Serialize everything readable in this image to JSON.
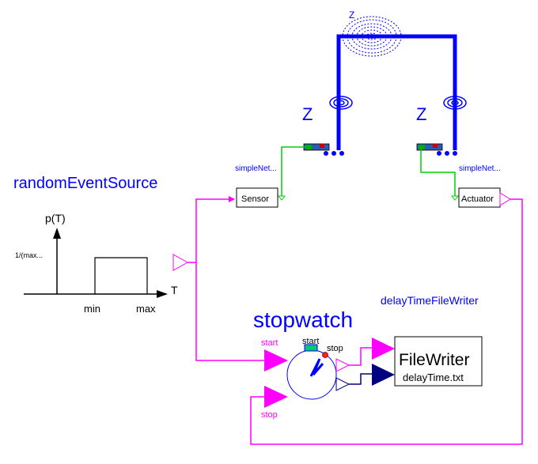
{
  "colors": {
    "blue": "#0000ff",
    "magenta": "#ff00ff",
    "green": "#00d000",
    "navy": "#000080",
    "black": "#000000"
  },
  "labels": {
    "random_source": "randomEventSource",
    "stopwatch": "stopwatch",
    "delay_writer": "delayTimeFileWriter",
    "channel_top": "Z",
    "channel_left": "Z",
    "channel_right": "Z",
    "net_left": "simpleNet...",
    "net_right": "simpleNet..."
  },
  "sensor": {
    "label": "Sensor"
  },
  "actuator": {
    "label": "Actuator"
  },
  "distribution_icon": {
    "ylabel": "p(T)",
    "xlabel": "T",
    "ytick": "1/(max...",
    "xtick_min": "min",
    "xtick_max": "max"
  },
  "stopwatch_block": {
    "start_port": "start",
    "stop_port": "stop",
    "face_start": "start",
    "face_stop": "stop"
  },
  "file_writer": {
    "title": "FileWriter",
    "filename": "delayTime.txt"
  }
}
